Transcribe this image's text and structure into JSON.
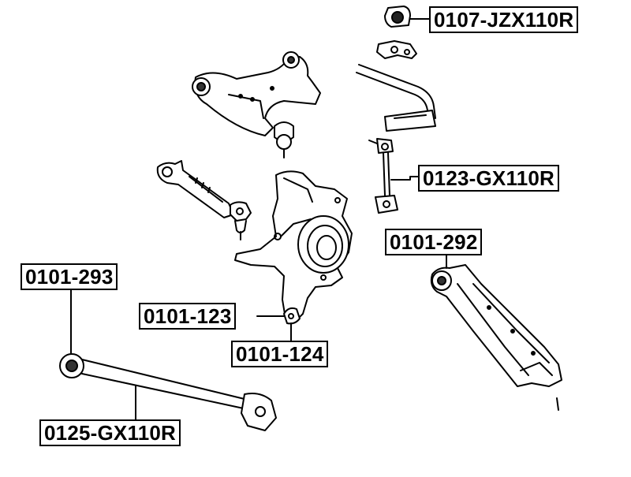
{
  "labels": {
    "stabilizer_bushing": "0107-JZX110R",
    "stabilizer_link": "0123-GX110R",
    "trailing_arm_bushing": "0101-292",
    "lateral_arm_bushing": "0101-293",
    "knuckle_bushing_a": "0101-123",
    "knuckle_bushing_b": "0101-124",
    "lateral_rod": "0125-GX110R"
  },
  "colors": {
    "line": "#000000",
    "background": "#ffffff"
  }
}
